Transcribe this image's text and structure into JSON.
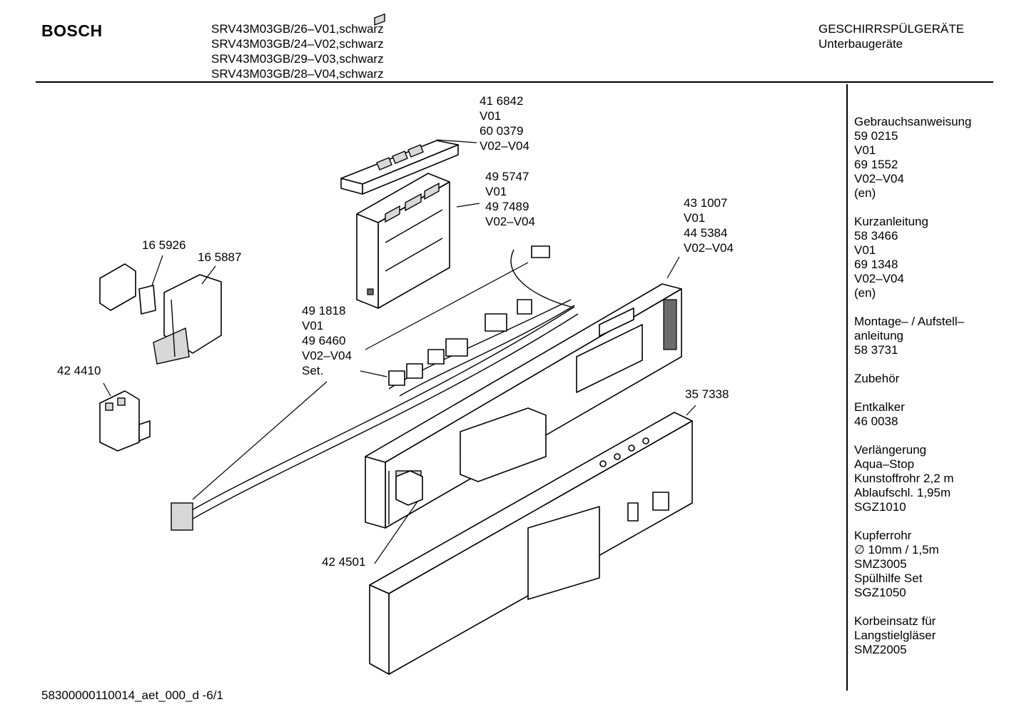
{
  "header": {
    "brand": "BOSCH",
    "models": [
      "SRV43M03GB/26–V01,schwarz",
      "SRV43M03GB/24–V02,schwarz",
      "SRV43M03GB/29–V03,schwarz",
      "SRV43M03GB/28–V04,schwarz"
    ],
    "category": "GESCHIRRSPÜLGERÄTE",
    "subcategory": "Unterbaugeräte"
  },
  "parts": [
    {
      "lines": [
        "41 6842",
        "V01",
        "60 0379",
        "V02–V04"
      ]
    },
    {
      "lines": [
        "49 5747",
        "V01",
        "49 7489",
        "V02–V04"
      ]
    },
    {
      "lines": [
        "43 1007",
        "V01",
        "44 5384",
        "V02–V04"
      ]
    },
    {
      "lines": [
        "16 5926"
      ]
    },
    {
      "lines": [
        "16 5887"
      ]
    },
    {
      "lines": [
        "49 1818",
        "V01",
        "49 6460",
        "V02–V04",
        "Set."
      ]
    },
    {
      "lines": [
        "42 4410"
      ]
    },
    {
      "lines": [
        "35 7338"
      ]
    },
    {
      "lines": [
        "42 4501"
      ]
    }
  ],
  "sidebar": [
    {
      "lines": [
        "Gebrauchsanweisung",
        "59 0215",
        "V01",
        "69 1552",
        "V02–V04",
        "(en)"
      ]
    },
    {
      "lines": [
        "Kurzanleitung",
        "58 3466",
        "V01",
        "69 1348",
        "V02–V04",
        "(en)"
      ]
    },
    {
      "lines": [
        "Montage– / Aufstell–",
        "anleitung",
        "58 3731"
      ]
    },
    {
      "lines": [
        "Zubehör"
      ]
    },
    {
      "lines": [
        "Entkalker",
        "46 0038"
      ]
    },
    {
      "lines": [
        "Verlängerung",
        "Aqua–Stop",
        "Kunstoffrohr 2,2 m",
        "Ablaufschl. 1,95m",
        "SGZ1010"
      ]
    },
    {
      "lines": [
        "Kupferrohr",
        "∅ 10mm / 1,5m",
        "SMZ3005",
        "Spülhilfe Set",
        "SGZ1050"
      ]
    },
    {
      "lines": [
        "Korbeinsatz für",
        "Langstielgläser",
        "SMZ2005"
      ]
    }
  ],
  "footer": {
    "code": "58300000110014_aet_000_d   -6/1"
  }
}
